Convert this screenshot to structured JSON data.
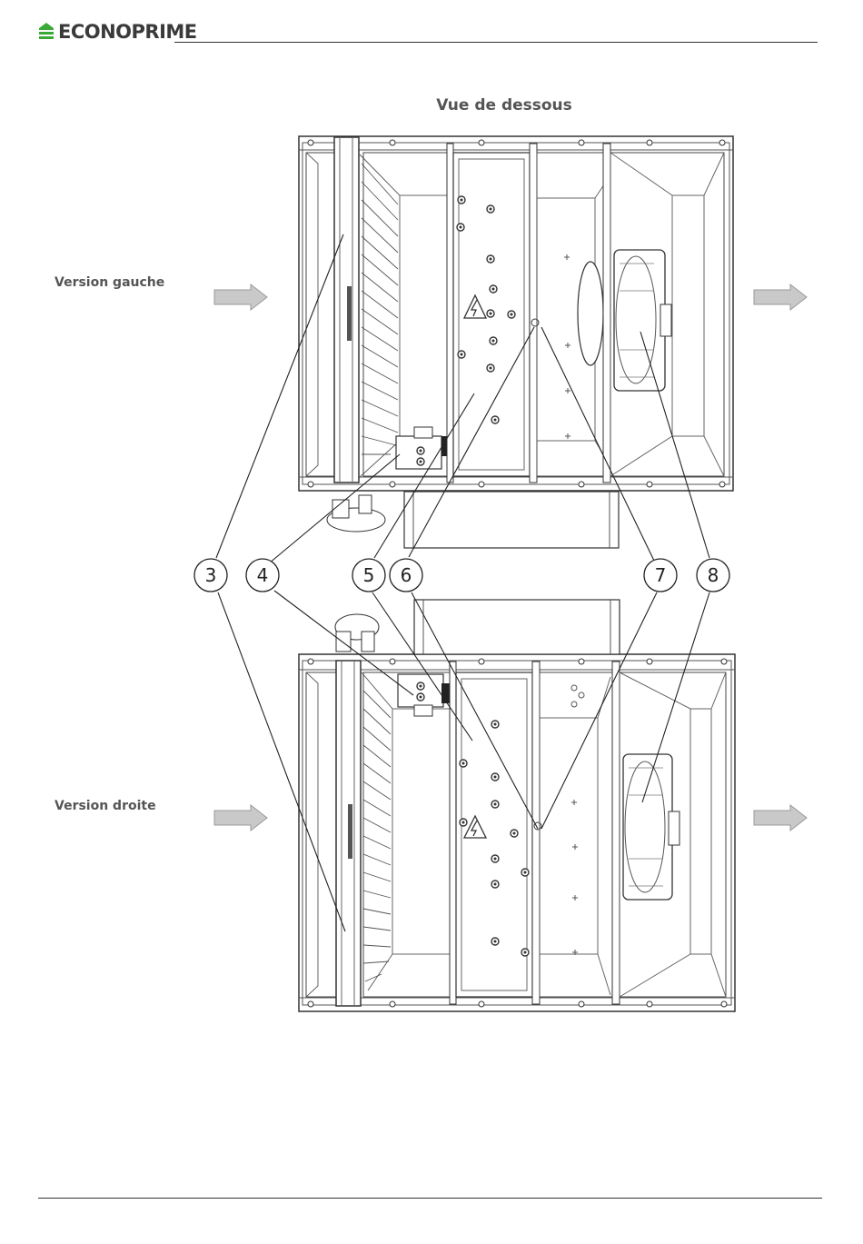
{
  "header": {
    "brand": "ECONOPRIME",
    "brand_color": "#3aa935"
  },
  "view_title": "Vue de dessous",
  "versions": [
    {
      "label": "Version gauche"
    },
    {
      "label": "Version droite"
    }
  ],
  "callouts": [
    "3",
    "4",
    "5",
    "6",
    "7",
    "8"
  ],
  "icons": [
    "logo-mark-icon",
    "airflow-arrow-icon",
    "electrical-warning-icon",
    "fan-icon",
    "filter-icon"
  ]
}
